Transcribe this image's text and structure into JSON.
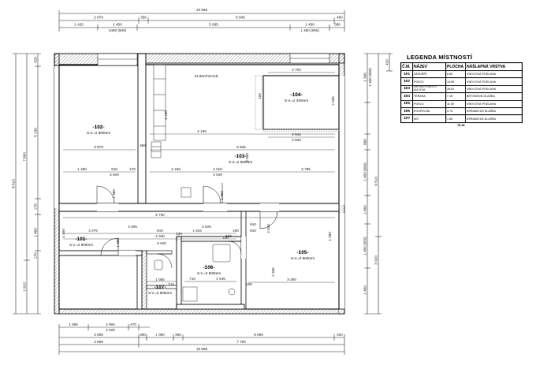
{
  "top_dims": {
    "overall": "10 565",
    "row1": [
      "2 870",
      "350",
      "6 945",
      "400"
    ],
    "row2": [
      "1 420",
      "1 450",
      "5 685",
      "1 450",
      "580"
    ],
    "row2_sub": [
      "1450 (900)",
      "1 450 (965)"
    ]
  },
  "bottom_dims": {
    "overall": "10 565",
    "row1": [
      "1 385",
      "1 900",
      "470"
    ],
    "row1_sub": [
      "2 020"
    ],
    "row2": [
      "2 855",
      "300",
      "1 050",
      "350",
      "5 690",
      "420"
    ],
    "row3": [
      "2 855",
      "7 730"
    ]
  },
  "left_dims": {
    "overall": "8 510",
    "col1": [
      "7 600",
      "1 910"
    ],
    "col2": [
      "420",
      "5 190",
      "270",
      "1 460",
      "270"
    ]
  },
  "right_dims": {
    "col1": [
      "1 340",
      "1 340 (900)",
      "865",
      "1 450 (860)",
      "1 660",
      "1 450 (855)",
      "1 460"
    ],
    "col2": [
      "9 510",
      "3 920"
    ],
    "col3": [
      "420"
    ]
  },
  "inner_dims": {
    "room102": [
      "2 870",
      "1 490",
      "910",
      "470",
      "2 940",
      "350"
    ],
    "room103": [
      "4 100",
      "6 945",
      "2 150",
      "1 010",
      "2 040",
      "3 785",
      "3 190",
      "2 930"
    ],
    "room104": [
      "2 700",
      "2 845",
      "2 940",
      "2 045",
      "150"
    ],
    "room105": [
      "2 945",
      "1 280",
      "3 250",
      "910",
      "2 040"
    ],
    "room106": [
      "1 615",
      "810",
      "2 040",
      "1 545",
      "100",
      "120",
      "710",
      "150"
    ],
    "room101": [
      "3 275",
      "6 730",
      "4 205",
      "2 525",
      "1 450",
      "1 380",
      "600",
      "910"
    ],
    "room107": [
      "2 040",
      "1 050",
      "710"
    ],
    "misc": [
      "1 960",
      "1 960",
      "100"
    ]
  },
  "rooms": [
    {
      "id": "-102-",
      "sub": "S.V.=2 600mm"
    },
    {
      "id": "-103-",
      "sub": "S.V.=2 600mm"
    },
    {
      "id": "-104-",
      "sub": "S.V.=2 340mm"
    },
    {
      "id": "-101-",
      "sub": "S.V.=2 600mm"
    },
    {
      "id": "-105-",
      "sub": "S.V.=2 600mm"
    },
    {
      "id": "-106-",
      "sub": "S.V.=2 600mm"
    },
    {
      "id": "-107-",
      "sub": "S.V.=2 600mm"
    }
  ],
  "kitchen_label": "KLIMATIZACE",
  "legend": {
    "title": "LEGENDA MÍSTNOSTÍ",
    "headers": [
      "Č.M.",
      "NÁZEV",
      "PLOCHA",
      "NÁŠLAPNÁ VRSTVA"
    ],
    "rows": [
      {
        "no": "101",
        "name": "ZÁDVEŘÍ",
        "area": "8.80",
        "floor": "VINYLOVÁ PODLAHA"
      },
      {
        "no": "102",
        "name": "POKOJ",
        "area": "14.90",
        "floor": "VINYLOVÁ PODLAHA"
      },
      {
        "no": "103",
        "name": "OBÝVACÍ POKOJ S KUCHYNÍ",
        "area": "26.61",
        "floor": "VINYLOVÁ PODLAHA"
      },
      {
        "no": "104",
        "name": "TERASA",
        "area": "7.15",
        "floor": "BETONOVÁ DLAŽBA"
      },
      {
        "no": "105",
        "name": "POKOJ",
        "area": "11.50",
        "floor": "VINYLOVÁ PODLAHA"
      },
      {
        "no": "106",
        "name": "KOUPELNA",
        "area": "4.74",
        "floor": "KERAMICKÁ DLAŽBA"
      },
      {
        "no": "107",
        "name": "WC",
        "area": "1.66",
        "floor": "KERAMICKÁ DLAŽBA"
      }
    ],
    "total": "76.16"
  }
}
